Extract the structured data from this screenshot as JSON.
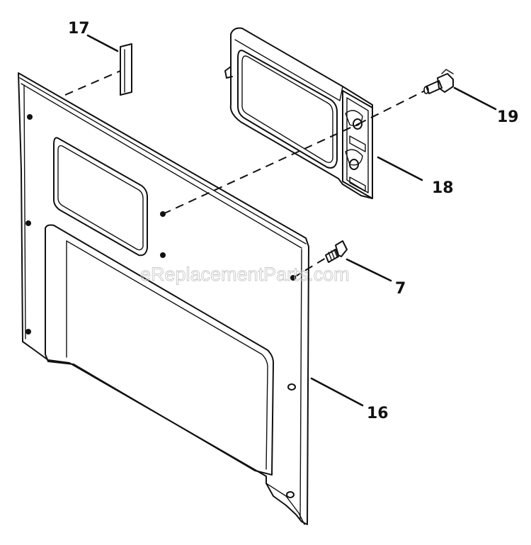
{
  "diagram": {
    "callouts": [
      {
        "id": "17",
        "label": "17"
      },
      {
        "id": "19",
        "label": "19"
      },
      {
        "id": "18",
        "label": "18"
      },
      {
        "id": "7",
        "label": "7"
      },
      {
        "id": "16",
        "label": "16"
      }
    ],
    "watermark": "eReplacementParts.com"
  }
}
